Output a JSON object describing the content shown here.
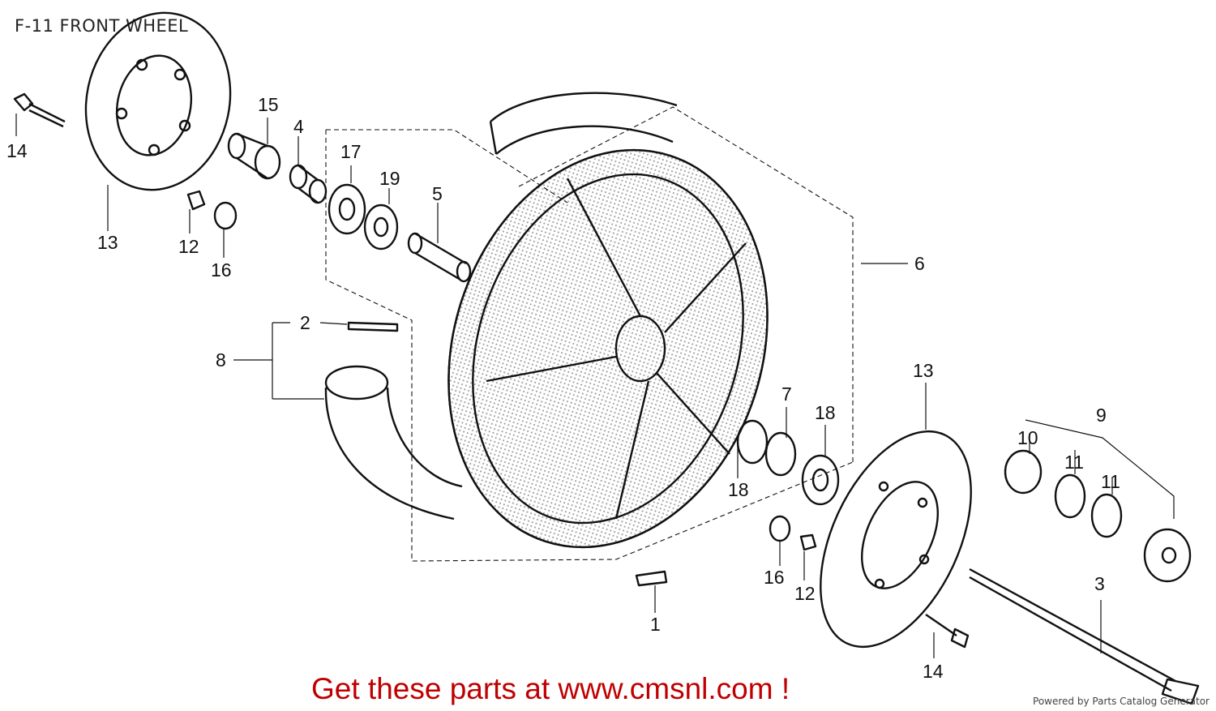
{
  "header": {
    "title": "F-11 FRONT WHEEL"
  },
  "callouts": [
    "14",
    "13",
    "12",
    "16",
    "15",
    "4",
    "17",
    "19",
    "5",
    "2",
    "8",
    "6",
    "7",
    "18",
    "13",
    "9",
    "10",
    "11",
    "11",
    "3",
    "16",
    "12",
    "14",
    "1",
    "18"
  ],
  "footer": {
    "cta": "Get these parts at www.cmsnl.com !",
    "credit": "Powered by Parts Catalog Generator"
  },
  "colors": {
    "cta": "#c00000",
    "line_art": "#111111"
  }
}
